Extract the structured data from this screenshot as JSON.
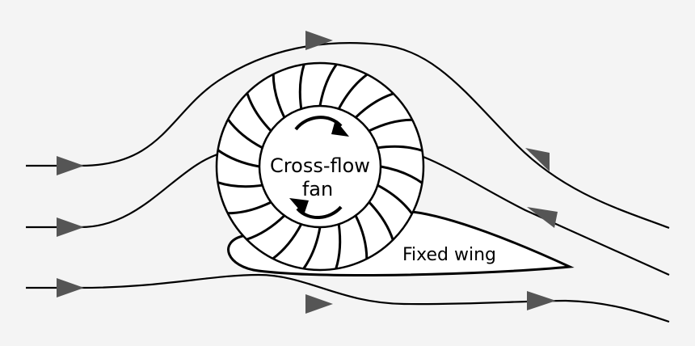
{
  "labels": {
    "fan_line1": "Cross-flow",
    "fan_line2": "fan",
    "wing": "Fixed wing"
  },
  "colors": {
    "background": "#f4f4f4",
    "stroke": "#000000",
    "arrow": "#555555",
    "wing_fill": "#ffffff",
    "fan_fill": "#ffffff"
  }
}
